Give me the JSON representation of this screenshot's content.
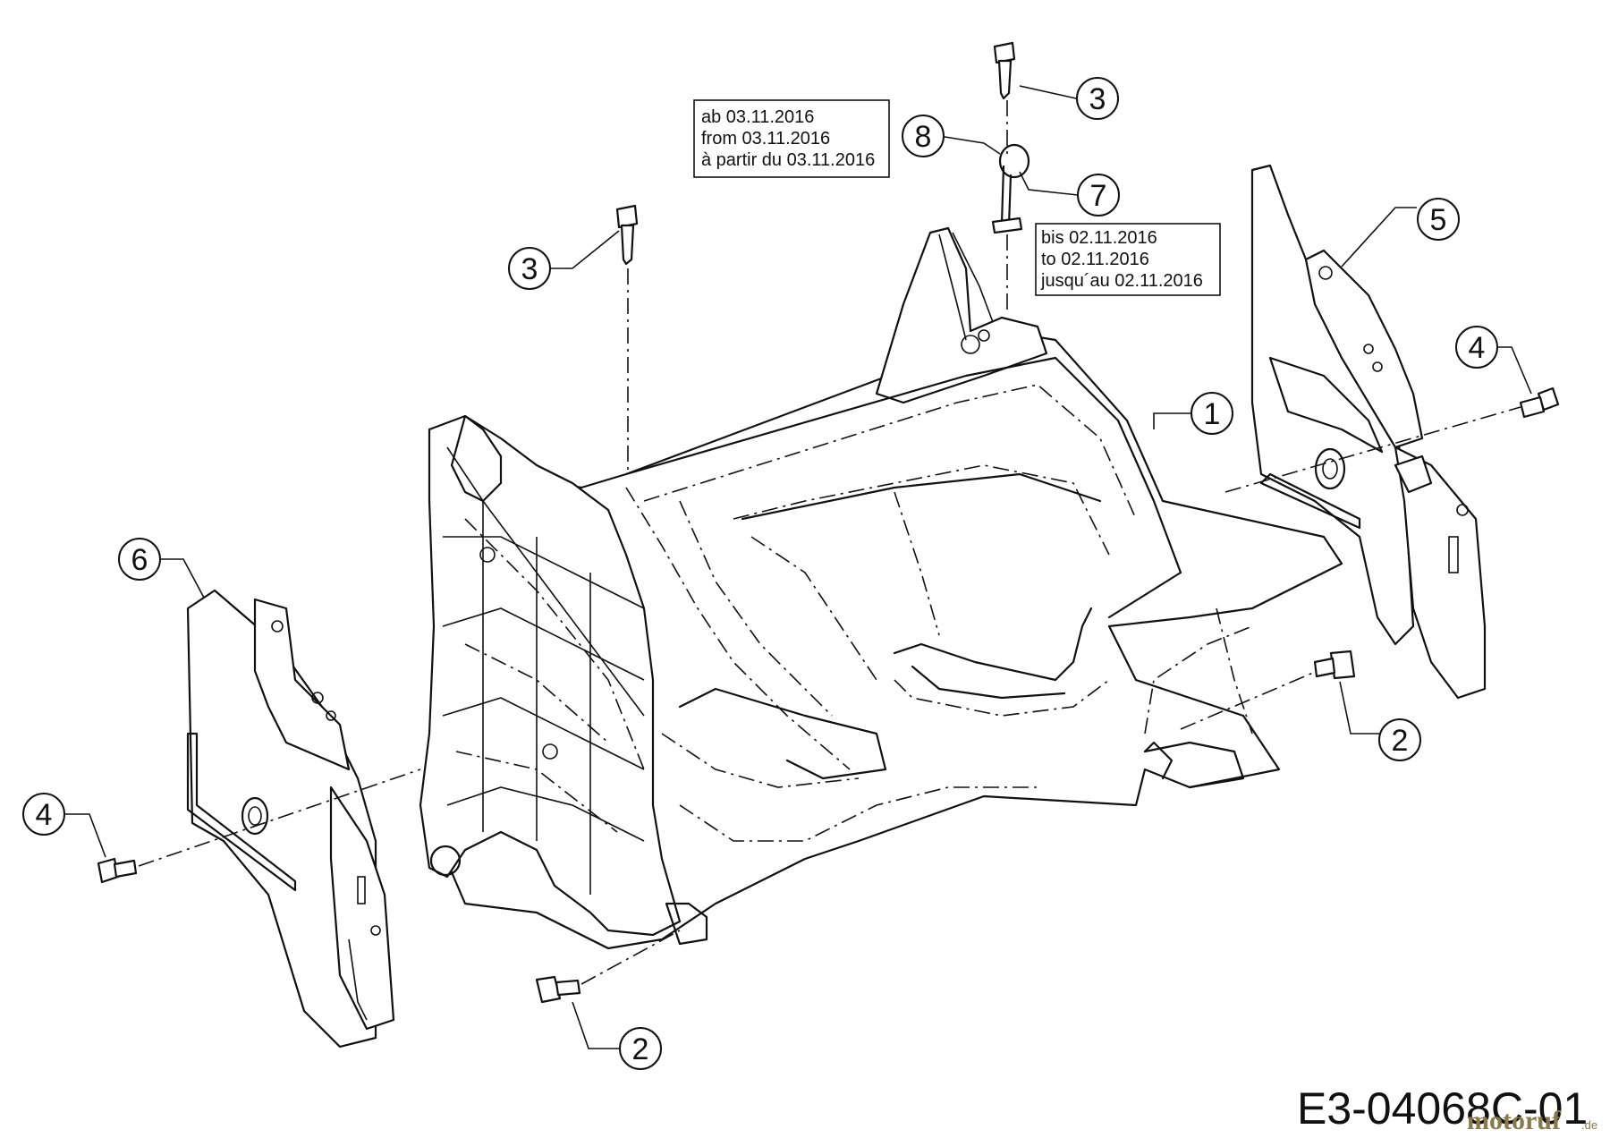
{
  "callouts": [
    "1",
    "2",
    "2",
    "3",
    "3",
    "4",
    "4",
    "5",
    "6",
    "7",
    "8"
  ],
  "notes": {
    "from": [
      "ab 03.11.2016",
      "from 03.11.2016",
      "à partir du 03.11.2016"
    ],
    "until": [
      "bis 02.11.2016",
      "to 02.11.2016",
      "jusqu´au 02.11.2016"
    ]
  },
  "drawing_code": "E3-04068C-01",
  "watermark": {
    "name": "motoruf",
    "suffix": ".de"
  }
}
